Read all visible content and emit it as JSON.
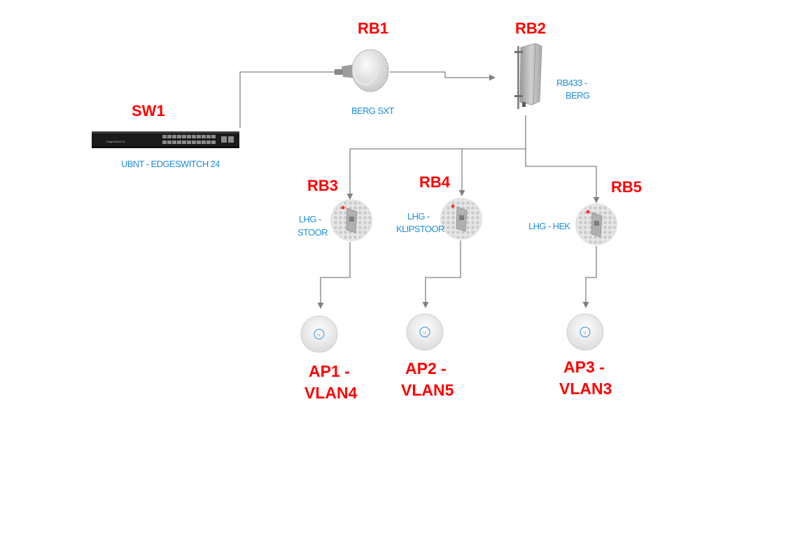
{
  "nodes": {
    "sw1": {
      "label": "SW1",
      "desc": "UBNT - EDGESWITCH 24"
    },
    "rb1": {
      "label": "RB1",
      "desc": "BERG SXT"
    },
    "rb2": {
      "label": "RB2",
      "desc_line1": "RB433 -",
      "desc_line2": "BERG"
    },
    "rb3": {
      "label": "RB3",
      "desc_line1": "LHG -",
      "desc_line2": "STOOR"
    },
    "rb4": {
      "label": "RB4",
      "desc_line1": "LHG -",
      "desc_line2": "KLIPSTOOR"
    },
    "rb5": {
      "label": "RB5",
      "desc": "LHG - HEK"
    },
    "ap1": {
      "label_line1": "AP1 -",
      "label_line2": "VLAN4"
    },
    "ap2": {
      "label_line1": "AP2 -",
      "label_line2": "VLAN5"
    },
    "ap3": {
      "label_line1": "AP3 -",
      "label_line2": "VLAN3"
    }
  },
  "colors": {
    "title": "#ff0000",
    "description": "#1f8fd6",
    "connector": "#808080"
  }
}
